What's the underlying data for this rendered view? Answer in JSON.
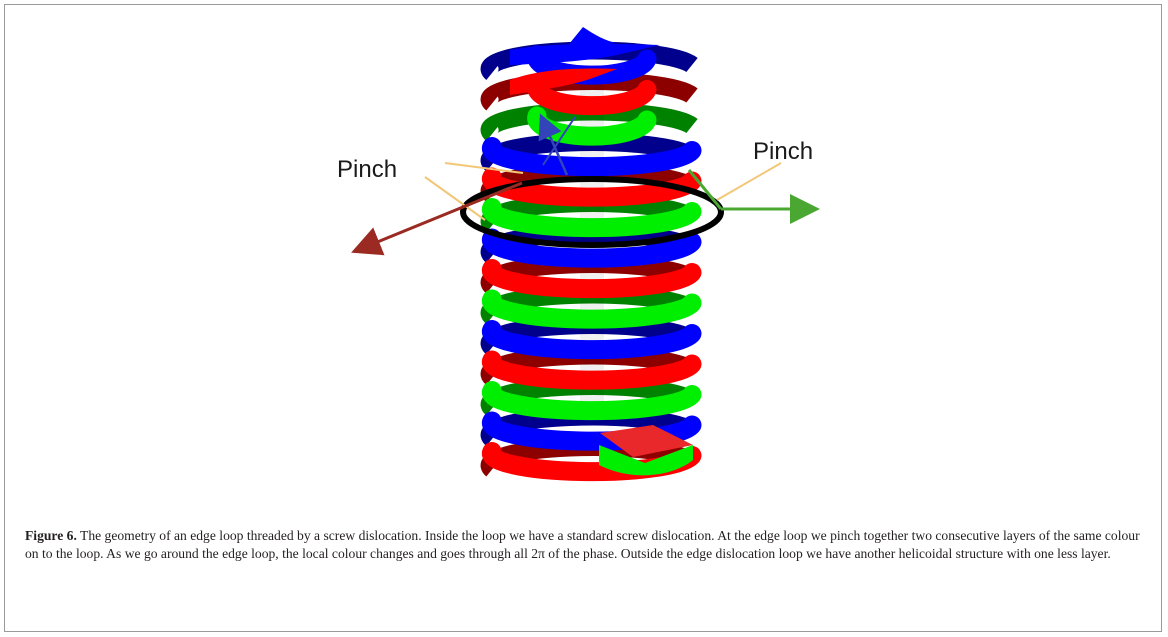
{
  "figure": {
    "labels": {
      "pinch_left": "Pinch",
      "pinch_right": "Pinch"
    },
    "layer_colors": [
      "#0000ff",
      "#ff0000",
      "#00ee00"
    ],
    "arrow_colors": {
      "left": "#9b2a22",
      "right": "#4aa832",
      "up": "#3344bb",
      "loop": "#000000",
      "leader": "#f2c777"
    }
  },
  "caption": {
    "label": "Figure 6.",
    "text": " The geometry of an edge loop threaded by a screw dislocation. Inside the loop we have a standard screw dislocation. At the edge loop we pinch together two consecutive layers of the same colour on to the loop. As we go around the edge loop, the local colour changes and goes through all 2π of the phase. Outside the edge dislocation loop we have another helicoidal structure with one less layer."
  }
}
